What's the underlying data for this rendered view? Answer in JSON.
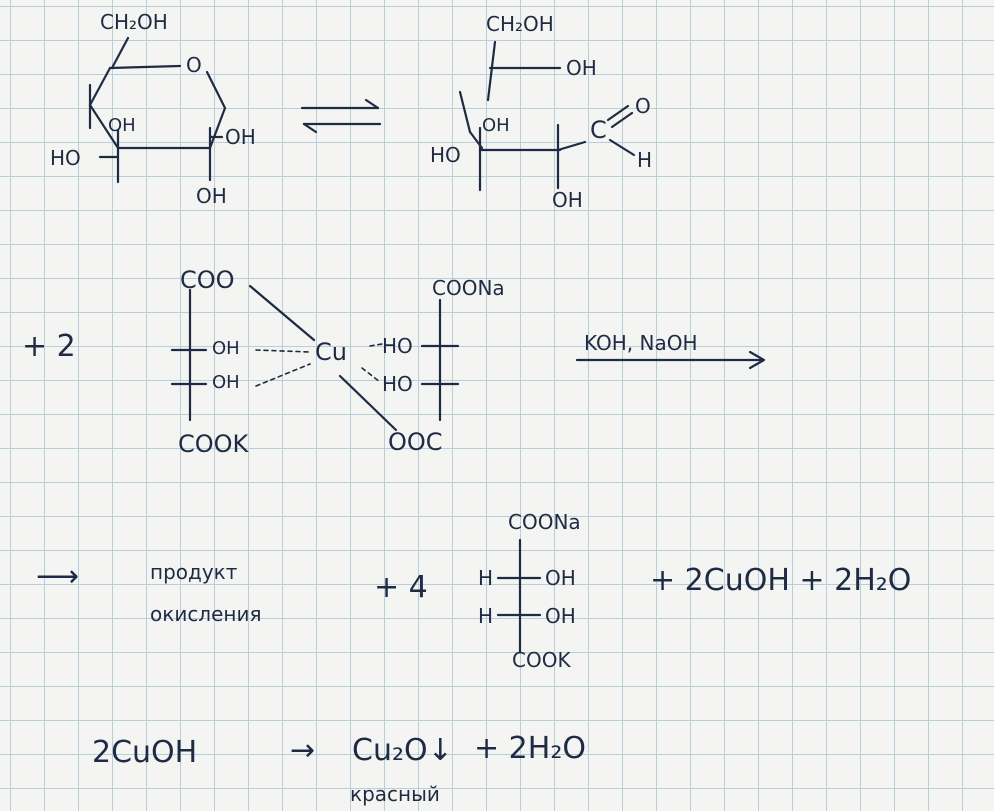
{
  "glucose_cyclic": {
    "ch2oh": "CH₂OH",
    "ring_o": "O",
    "oh_inner": "OH",
    "oh_right": "OH",
    "ho_left": "HO",
    "oh_bottom": "OH"
  },
  "equilibrium_arrows": "⇌",
  "glucose_open": {
    "ch2oh": "CH₂OH",
    "oh_top_right": "OH",
    "oh_inner": "OH",
    "ho_left": "HO",
    "carbonyl_c": "C",
    "carbonyl_o": "O",
    "aldehyde_h": "H",
    "oh_bottom": "OH"
  },
  "step2": {
    "prefix": "+ 2",
    "left_top": "COO",
    "left_oh1": "OH",
    "left_oh2": "OH",
    "left_bottom": "COOK",
    "cu": "Cu",
    "right_top": "COONa",
    "right_ho1": "HO",
    "right_ho2": "HO",
    "right_bottom": "OOC",
    "reagent": "KOH, NaOH"
  },
  "step3": {
    "arrow": "⟶",
    "product_line1": "продукт",
    "product_line2": "окисления",
    "plus_4": "+ 4",
    "top": "COONa",
    "h1": "H",
    "oh1": "OH",
    "h2": "H",
    "oh2": "OH",
    "bottom": "COOK",
    "tail": "+ 2CuOH + 2H₂O"
  },
  "step4": {
    "left": "2CuOH",
    "arrow": "→",
    "product": "Cu₂O↓",
    "tail": "+ 2H₂O",
    "note": "красный"
  }
}
